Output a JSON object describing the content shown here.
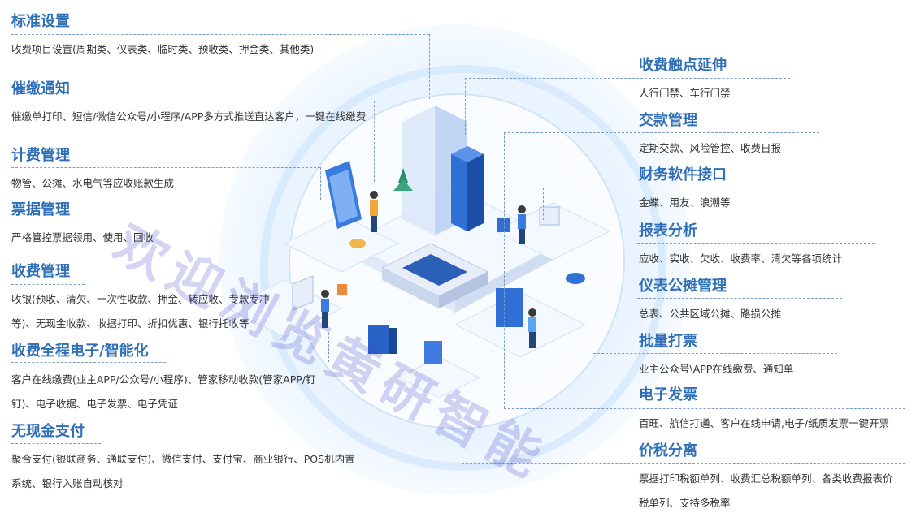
{
  "left_sections": [
    {
      "title": "标准设置",
      "lines": [
        "收费项目设置(周期类、仪表类、临时类、预收类、押金类、其他类)"
      ]
    },
    {
      "title": "催缴通知",
      "lines": [
        "催缴单打印、短信/微信公众号/小程序/APP多方式推送直达客户，一键在线缴费"
      ]
    },
    {
      "title": "计费管理",
      "lines": [
        "物管、公摊、水电气等应收账款生成"
      ]
    },
    {
      "title": "票据管理",
      "lines": [
        "严格管控票据领用、使用、回收"
      ]
    },
    {
      "title": "收费管理",
      "lines": [
        "收银(预收、清欠、一次性收款、押金、转应收、专款专冲",
        "等)、无现金收款、收据打印、折扣优惠、银行托收等"
      ]
    },
    {
      "title": "收费全程电子/智能化",
      "lines": [
        "客户在线缴费(业主APP/公众号/小程序)、管家移动收款(管家APP/钉",
        "钉)、电子收据、电子发票、电子凭证"
      ]
    },
    {
      "title": "无现金支付",
      "lines": [
        "聚合支付(银联商务、通联支付)、微信支付、支付宝、商业银行、POS机内置",
        "系统、银行入账自动核对"
      ]
    }
  ],
  "right_sections": [
    {
      "title": "收费触点延伸",
      "lines": [
        "人行门禁、车行门禁"
      ]
    },
    {
      "title": "交款管理",
      "lines": [
        "定期交款、风险管控、收费日报"
      ]
    },
    {
      "title": "财务软件接口",
      "lines": [
        "金蝶、用友、浪潮等"
      ]
    },
    {
      "title": "报表分析",
      "lines": [
        "应收、实收、欠收、收费率、清欠等各项统计"
      ]
    },
    {
      "title": "仪表公摊管理",
      "lines": [
        "总表、公共区域公摊、路损公摊"
      ]
    },
    {
      "title": "批量打票",
      "lines": [
        "业主公众号\\APP在线缴费、通知单"
      ]
    },
    {
      "title": "电子发票",
      "lines": [
        "百旺、航信打通、客户在线申请,电子/纸质发票一键开票"
      ]
    },
    {
      "title": "价税分离",
      "lines": [
        "票据打印税额单列、收费汇总税额单列、各类收费报表价",
        "税单列、支持多税率"
      ]
    }
  ],
  "watermark": "欢迎浏览黄研智能",
  "colors": {
    "title": "#2f6fb8",
    "text": "#333333",
    "dash": "#7c9cc6",
    "accent": "#3a7be0"
  }
}
